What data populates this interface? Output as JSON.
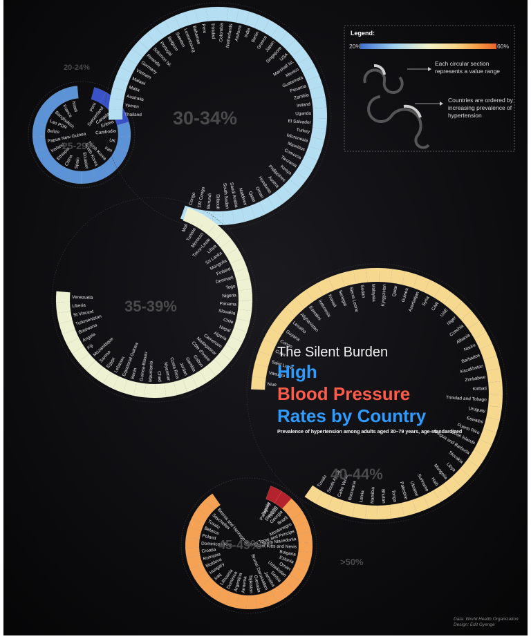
{
  "title": {
    "subtitle": "The Silent Burden",
    "line1": "High",
    "line2": "Blood Pressure",
    "line3": "Rates by Country",
    "description": "Prevalence of hypertension among adults aged 30–79 years, age-standardized"
  },
  "legend": {
    "title": "Legend:",
    "min_label": "20%",
    "max_label": "60%",
    "item1": "Each circular section",
    "item1b": "represents a value range",
    "item2": "Countries are ordered by",
    "item2b": "increasing prevalence of",
    "item2c": "hypertension"
  },
  "credits": {
    "line1": "Data: World Health Organization",
    "line2": "Design: Edit Gyenge"
  },
  "colors": {
    "background": "#0b0b0d",
    "blue_title": "#2f9bff",
    "red_title": "#ff5a4a",
    "gradient": [
      "#3f6fd0",
      "#9fd0ee",
      "#f3f1c8",
      "#f7d68a",
      "#f4a14a",
      "#e8632c"
    ]
  },
  "chart_data": {
    "type": "radial-bar",
    "value_range": [
      20,
      60
    ],
    "ranges": [
      {
        "label": "20-24%",
        "countries": [
          "Peru",
          "Switzerland",
          "Canada",
          "Eritrea"
        ]
      },
      {
        "label": "25-29%",
        "countries": [
          "Cambodia",
          "UK",
          "Iran",
          "North Korea",
          "South Korea",
          "Ecuador",
          "Spain",
          "China",
          "Ethiopia",
          "Iceland",
          "Papua New Guinea",
          "Belize",
          "Lao PDR",
          "Bangladesh",
          "France",
          "Israel"
        ]
      },
      {
        "label": "30-34%",
        "countries": [
          "Thailand",
          "Yemen",
          "Australia",
          "Malta",
          "Malawi",
          "Vietnam",
          "Germany",
          "Rwanda",
          "Solomon Isl.",
          "Portugal",
          "Belgium",
          "Sweden",
          "Luxembourg",
          "Bahamas",
          "Peru",
          "Trinidad",
          "Colombia",
          "Netherlands",
          "Andorra",
          "India",
          "Benin",
          "Greece",
          "Japan",
          "Singapore",
          "USA",
          "Marshall Isl.",
          "Mexico",
          "Guatemala",
          "Panama",
          "Zambia",
          "Ireland",
          "Uganda",
          "El Salvador",
          "Turkey",
          "Micronesia",
          "Mauritius",
          "Comoros",
          "Tanzania",
          "Kenya",
          "Philippines",
          "Austria",
          "Honduras",
          "Oman",
          "Qatar",
          "Maldives",
          "Saudi Arabia",
          "South Sudan",
          "Djibouti",
          "Burundi",
          "DR Congo",
          "Congo"
        ]
      },
      {
        "label": "35-39%",
        "countries": [
          "Mali",
          "Tunisia",
          "Morocco",
          "Timor-Leste",
          "Libya",
          "Sri Lanka",
          "Mongolia",
          "Finland",
          "Denmark",
          "Togo",
          "Nigeria",
          "Panama",
          "Slovakia",
          "Chile",
          "Nepal",
          "Algeria",
          "Cameroon",
          "Madagascar",
          "Côte d'Ivoire",
          "Gabon",
          "Gambia",
          "Jordan",
          "Costa Rica",
          "Myanmar",
          "Chad",
          "Mauritania",
          "Guinea-Bissau",
          "Benin",
          "Equatorial Guinea",
          "Lebanon",
          "Egypt",
          "Samoa",
          "Mozambique",
          "Fiji",
          "Angola",
          "Botswana",
          "Turkmenistan",
          "St Vincent",
          "Liberia",
          "Venezuela"
        ]
      },
      {
        "label": "40-44%",
        "countries": [
          "Niue",
          "Vanuatu",
          "Saint Lucia",
          "Cuba",
          "Congo",
          "Guyana",
          "Lesotho",
          "Afghanistan",
          "Eswatini",
          "Indonesia",
          "Kuwait",
          "Senegal",
          "Sierra Leone",
          "Sudan",
          "Malaysia",
          "Kyrgyzstan",
          "Qatar",
          "Guinea",
          "Azerbaijan",
          "Syria",
          "CAR",
          "UAE",
          "Niger",
          "Czechia",
          "Albania",
          "Nauru",
          "Barbados",
          "Kazakhstan",
          "Zimbabwe",
          "Kiribati",
          "Trinidad and Tobago",
          "Uruguay",
          "Eswatini",
          "Puerto Rico",
          "Cook Islands",
          "Antigua and Barbuda",
          "Slovakia",
          "Libya",
          "Mongolia",
          "Haiti",
          "Suriname",
          "Ukraine",
          "Palestine",
          "Tonga",
          "Bhutan",
          "Namibia",
          "Latvia",
          "Botswana",
          "Cabo Verde",
          "South Africa",
          "Tuvalu"
        ]
      },
      {
        "label": "45-49%",
        "countries": [
          "Russia",
          "Slovenia",
          "Georgia",
          "Brazil",
          "Montenegro",
          "Sao Tome and Principe",
          "North Macedonia",
          "Saint Kitts and Nevis",
          "Bulgaria",
          "Estonia",
          "Oman",
          "Uzbekistan",
          "Serbia",
          "Jamaica",
          "Brunei Darussalam",
          "Grenada",
          "Tajikistan",
          "Armenia",
          "Argentina",
          "Dominica",
          "Lithuania",
          "Iraq",
          "Hungary",
          "Moldova",
          "Romania",
          "Croatia",
          "Dominican Rep.",
          "Poland",
          "Belarus",
          "Tuvalu",
          "Seychelles",
          "Bosnia and Herzegovina"
        ]
      },
      {
        "label": ">50%",
        "countries": [
          "Paraguay",
          "Tuvalu"
        ]
      }
    ]
  },
  "labels_order_note": ""
}
